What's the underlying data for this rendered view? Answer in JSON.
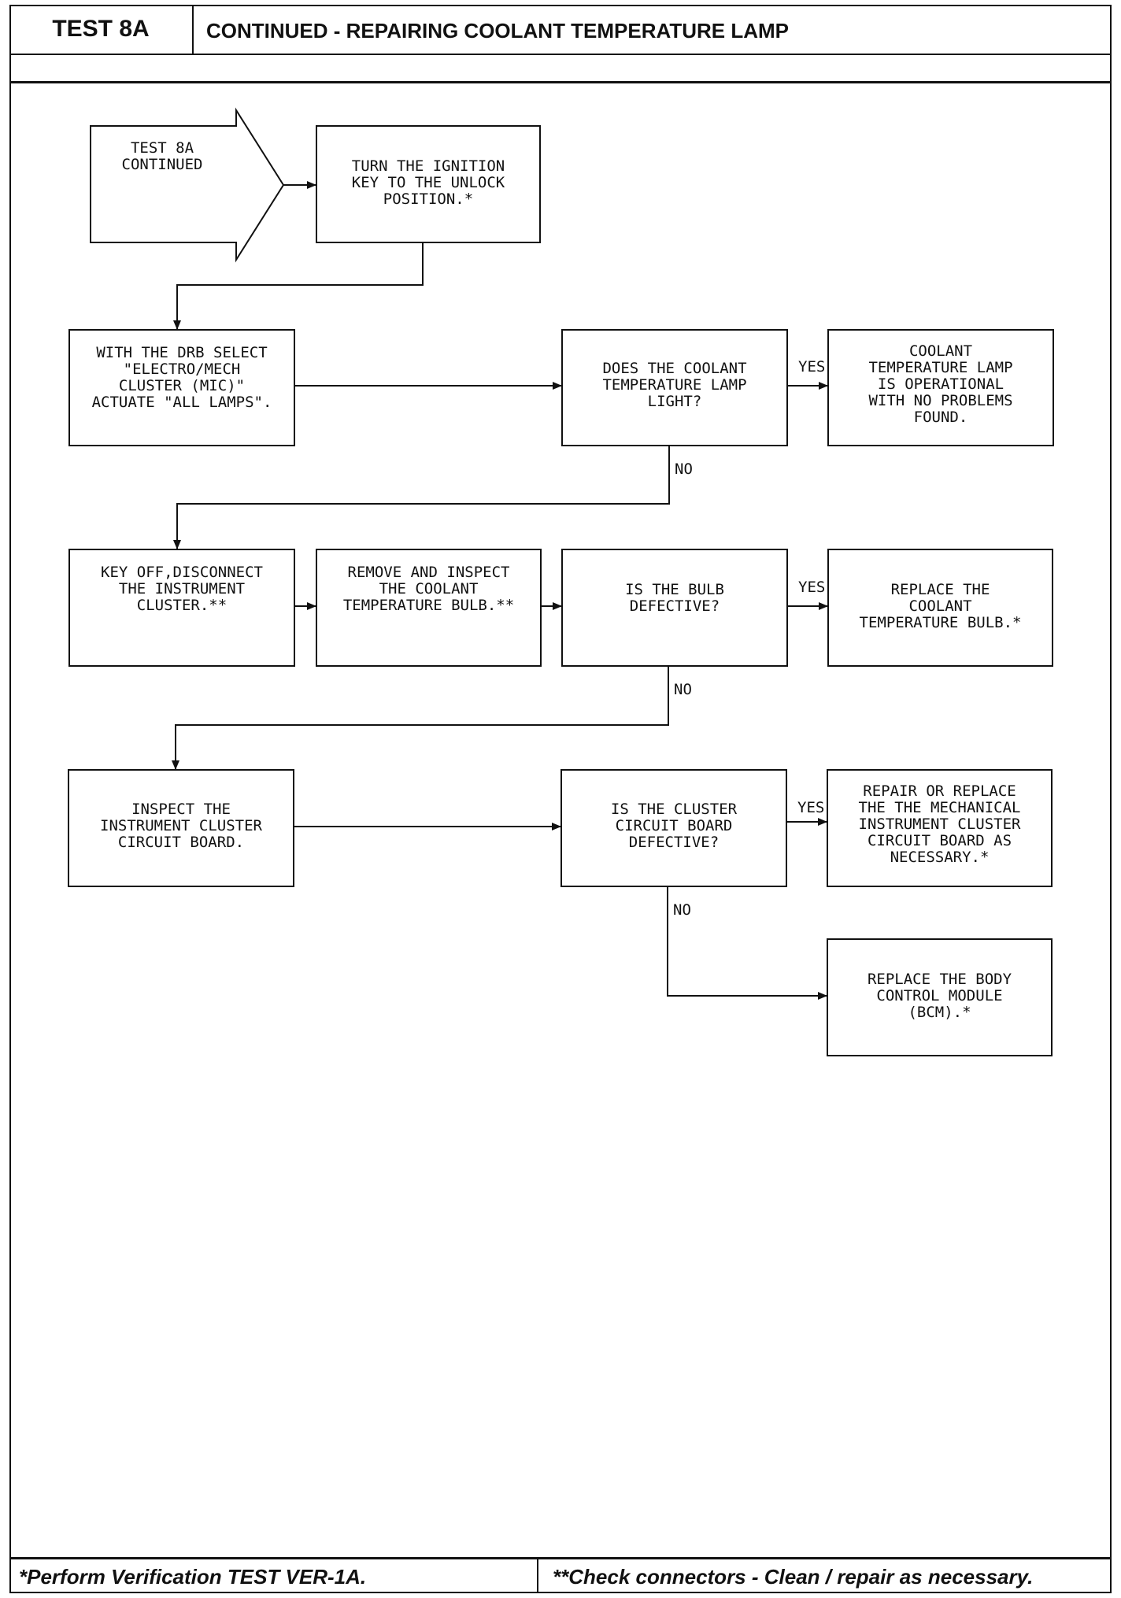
{
  "header": {
    "test_id": "TEST 8A",
    "title": "CONTINUED - REPAIRING COOLANT TEMPERATURE LAMP"
  },
  "flow": {
    "start": "TEST 8A\nCONTINUED",
    "step_ignition": "TURN THE IGNITION\nKEY TO THE UNLOCK\nPOSITION.*",
    "step_drb": "WITH THE DRB SELECT\n\"ELECTRO/MECH\nCLUSTER (MIC)\"\nACTUATE \"ALL LAMPS\".",
    "q_lamp": "DOES THE COOLANT\nTEMPERATURE LAMP\nLIGHT?",
    "result_operational": "COOLANT\nTEMPERATURE LAMP\nIS OPERATIONAL\nWITH NO PROBLEMS\nFOUND.",
    "step_key_off": "KEY OFF,DISCONNECT\nTHE INSTRUMENT\nCLUSTER.**",
    "step_remove_bulb": "REMOVE AND INSPECT\nTHE COOLANT\nTEMPERATURE BULB.**",
    "q_bulb": "IS THE BULB\nDEFECTIVE?",
    "result_replace_bulb": "REPLACE THE\nCOOLANT\nTEMPERATURE BULB.*",
    "step_inspect_board": "INSPECT THE\nINSTRUMENT CLUSTER\nCIRCUIT BOARD.",
    "q_board": "IS THE CLUSTER\nCIRCUIT BOARD\nDEFECTIVE?",
    "result_repair_board": "REPAIR OR REPLACE\nTHE THE MECHANICAL\nINSTRUMENT CLUSTER\nCIRCUIT BOARD AS\nNECESSARY.*",
    "result_replace_bcm": "REPLACE THE BODY\nCONTROL MODULE\n(BCM).*",
    "yes_label": "YES",
    "no_label": "NO"
  },
  "footer": {
    "note_single": "*Perform Verification TEST VER-1A.",
    "note_double": "**Check connectors - Clean / repair as necessary."
  }
}
